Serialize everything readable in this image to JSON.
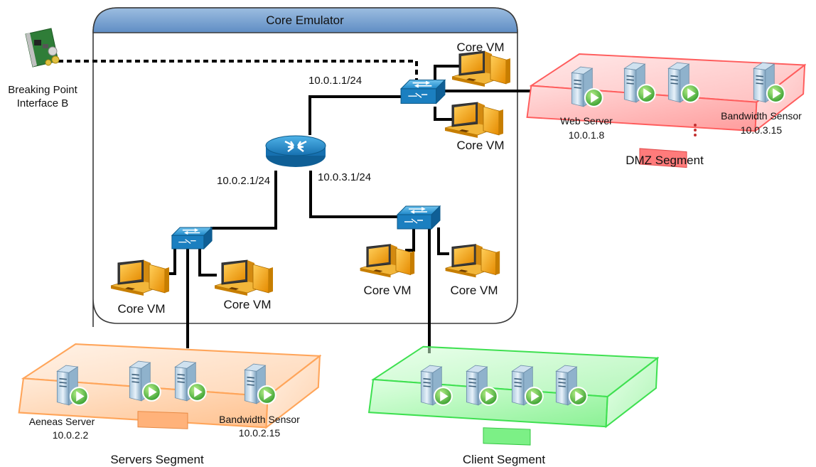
{
  "emulator": {
    "title": "Core Emulator"
  },
  "interface": {
    "line1": "Breaking Point",
    "line2": "Interface B"
  },
  "subnets": {
    "top": "10.0.1.1/24",
    "left": "10.0.2.1/24",
    "right": "10.0.3.1/24"
  },
  "vms": {
    "top1": "Core VM",
    "top2": "Core VM",
    "left1": "Core VM",
    "left2": "Core VM",
    "right1": "Core VM",
    "right2": "Core VM"
  },
  "segments": {
    "dmz": {
      "name": "DMZ Segment",
      "color": "#ff6b6b",
      "server_labels": [
        {
          "name": "Web Server",
          "ip": "10.0.1.8"
        },
        {
          "name": "Bandwidth Sensor",
          "ip": "10.0.3.15"
        }
      ]
    },
    "servers": {
      "name": "Servers Segment",
      "color": "#ffae6b",
      "server_labels": [
        {
          "name": "Aeneas Server",
          "ip": "10.0.2.2"
        },
        {
          "name": "Bandwidth Sensor",
          "ip": "10.0.2.15"
        }
      ]
    },
    "client": {
      "name": "Client Segment",
      "color": "#5de86b"
    }
  }
}
